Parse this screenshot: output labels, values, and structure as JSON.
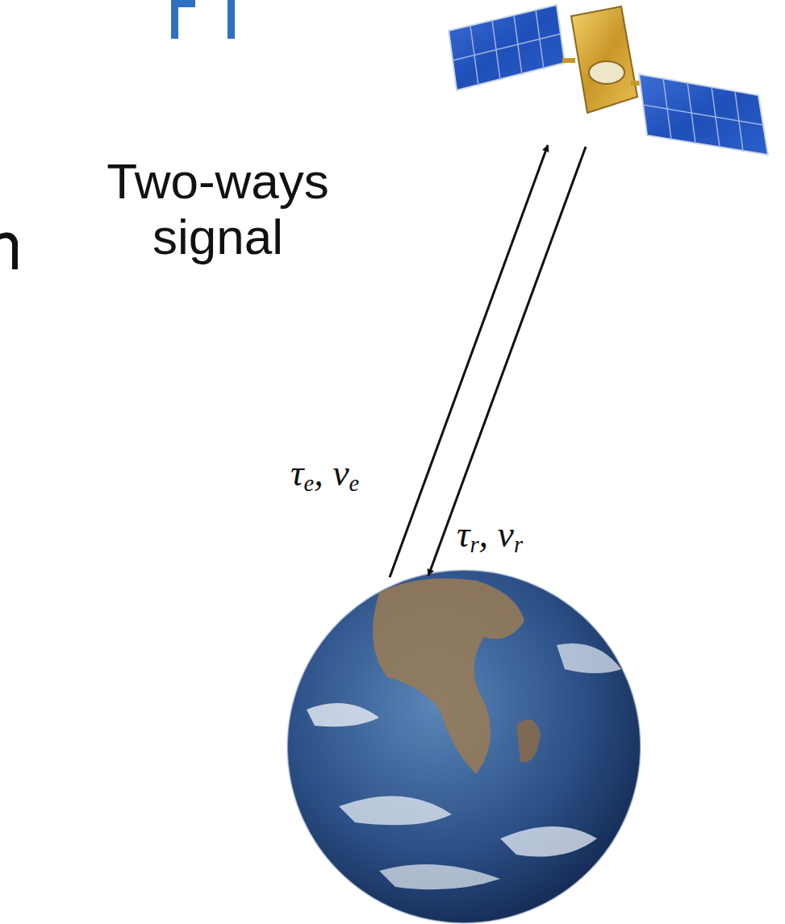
{
  "diagram": {
    "labels": [
      "Two-ways signal",
      "τe, νe",
      "τr, νr"
    ]
  }
}
